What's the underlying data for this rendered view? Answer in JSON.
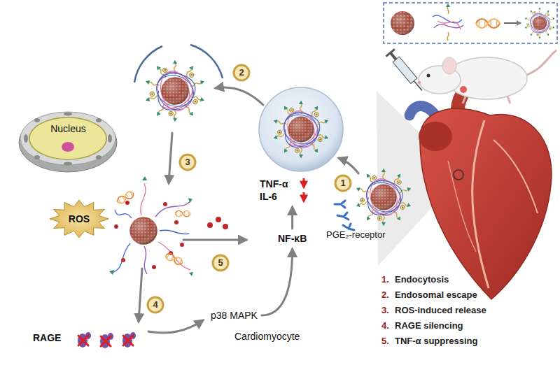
{
  "diagram": {
    "nodes": [
      {
        "text": [
          "Cardiomyocyte"
        ]
      },
      {
        "text": [
          "Nucleus"
        ],
        "in": 0
      },
      {
        "text": [
          "ROS"
        ],
        "in": 0
      },
      {
        "text": [
          "TNF-α",
          "IL-6"
        ],
        "in": 0
      },
      {
        "text": [
          "NF-κB"
        ],
        "in": 0
      },
      {
        "text": [
          "p38 MAPK"
        ],
        "in": 0
      },
      {
        "text": [
          "RAGE"
        ],
        "in": 0
      }
    ],
    "edges": [
      {
        "from": 5,
        "to": 4,
        "arrow": "to"
      },
      {
        "from": 4,
        "to": 3,
        "arrow": "to"
      }
    ],
    "labels": [
      "1",
      "2",
      "3",
      "4",
      "5",
      "PGE₂-receptor",
      "1.",
      "Endocytosis",
      "2.",
      "Endosomal escape",
      "3.",
      "ROS-induced release",
      "4.",
      "RAGE silencing",
      "5.",
      "TNF-α suppressing"
    ]
  }
}
